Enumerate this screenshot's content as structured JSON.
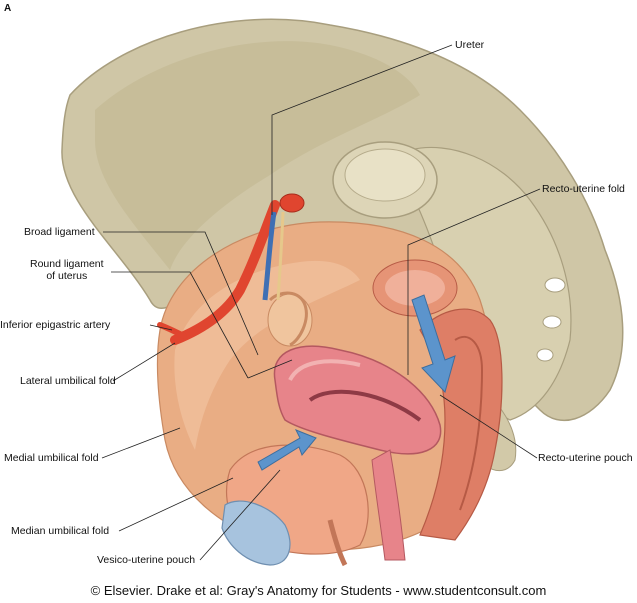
{
  "figure": {
    "panel_letter": "A",
    "credit": "© Elsevier. Drake et al: Gray's Anatomy for Students - www.studentconsult.com"
  },
  "labels": {
    "ureter": "Ureter",
    "recto_uterine_fold": "Recto-uterine fold",
    "broad_ligament": "Broad ligament",
    "round_ligament_line1": "Round ligament",
    "round_ligament_line2": "of uterus",
    "inferior_epigastric_artery": "Inferior epigastric artery",
    "lateral_umbilical_fold": "Lateral umbilical fold",
    "medial_umbilical_fold": "Medial umbilical fold",
    "recto_uterine_pouch": "Recto-uterine pouch",
    "median_umbilical_fold": "Median umbilical fold",
    "vesico_uterine_pouch": "Vesico-uterine pouch"
  },
  "colors": {
    "bone": "#cfc6a6",
    "bone_shadow": "#a89e7e",
    "peritoneum": "#e9ad84",
    "peritoneum_dark": "#d98d63",
    "uterus": "#e7848a",
    "uterus_light": "#f2b2b2",
    "rectum": "#de7e66",
    "artery": "#e0452f",
    "ureter": "#3f6fb4",
    "bladder_blue": "#a7c3de",
    "arrow_blue": "#5c94cc",
    "leader_line": "#222222"
  }
}
